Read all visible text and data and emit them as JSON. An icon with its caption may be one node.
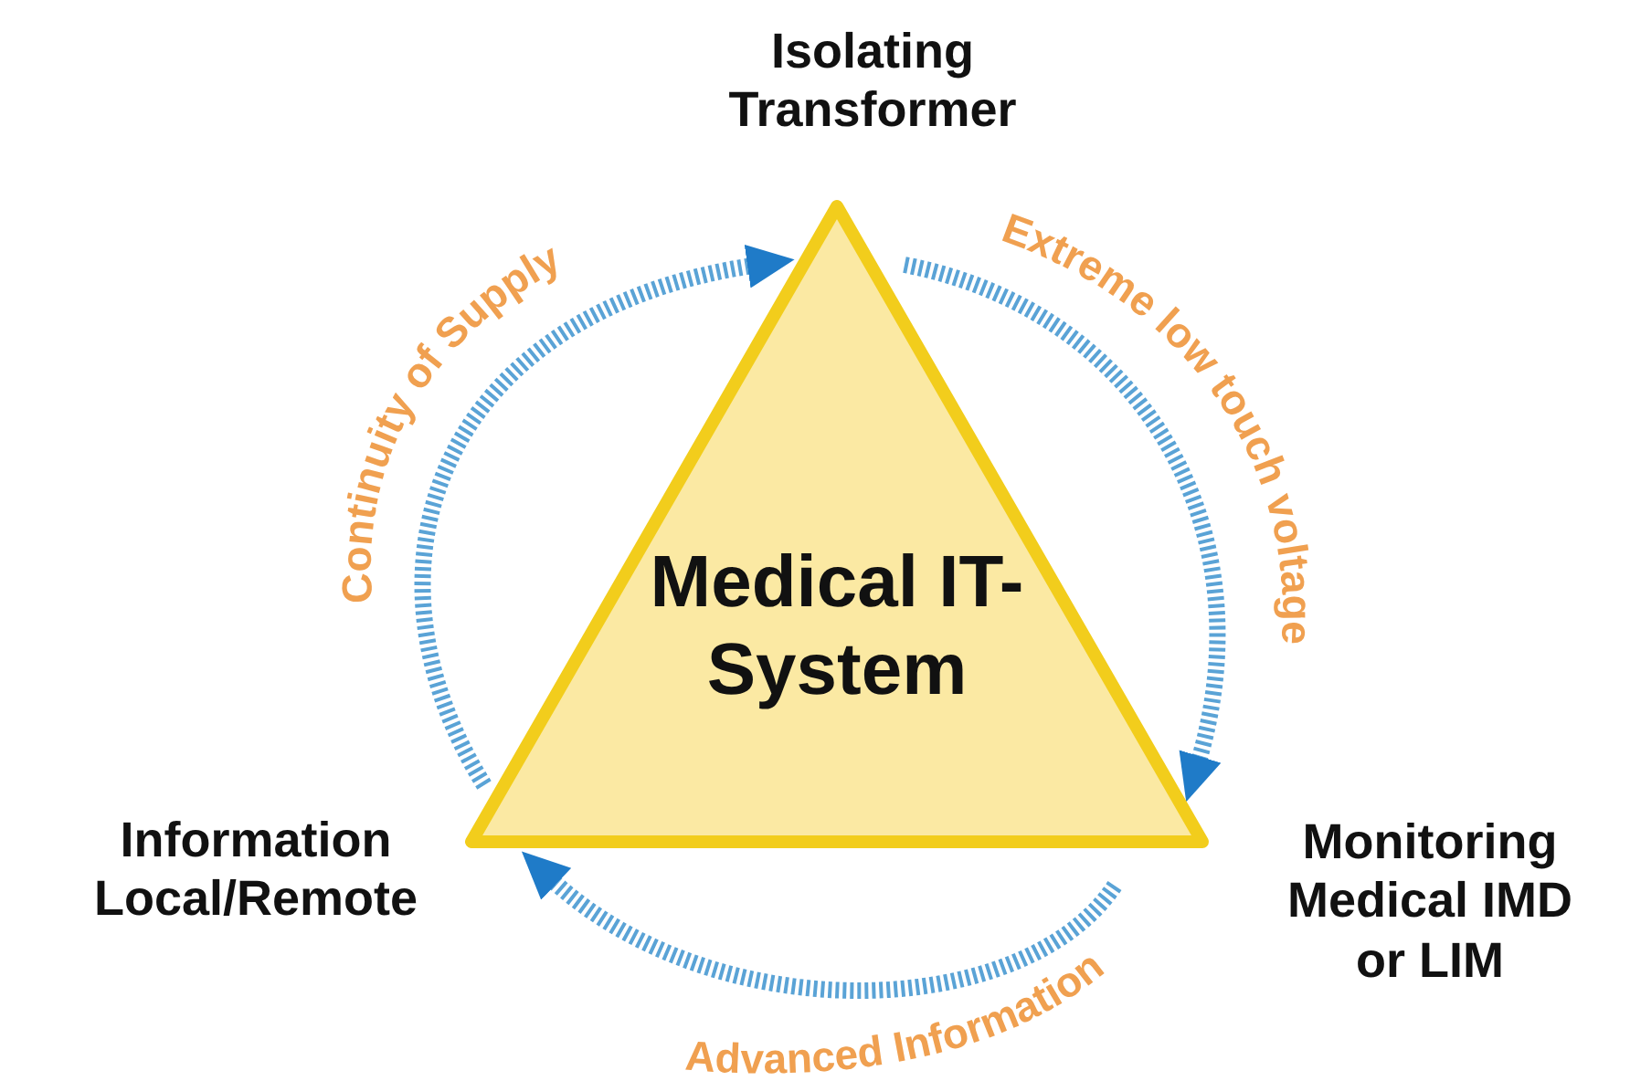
{
  "diagram": {
    "nodes": [
      {
        "text": [
          "Medical IT-System"
        ]
      }
    ],
    "labels": [
      "Isolating Transformer",
      "Continuity of Supply",
      "Extreme low touch voltage",
      "Information Local/Remote",
      "Monitoring Medical IMD or LIM",
      "Advanced Information"
    ]
  }
}
